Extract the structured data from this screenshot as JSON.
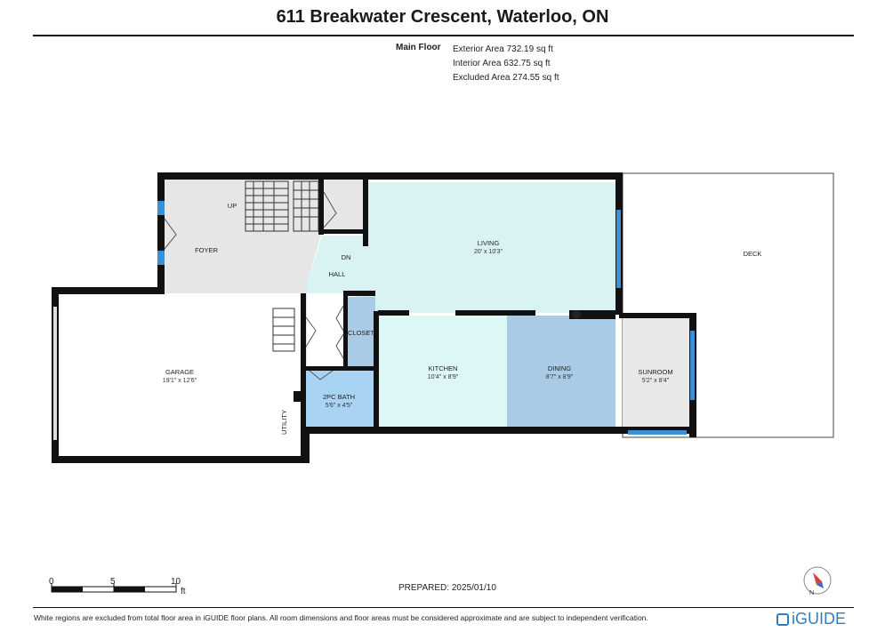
{
  "header": {
    "title": "611 Breakwater Crescent, Waterloo, ON"
  },
  "areas": {
    "floor_label": "Main Floor",
    "exterior": "Exterior Area 732.19 sq ft",
    "interior": "Interior Area 632.75 sq ft",
    "excluded": "Excluded Area 274.55 sq ft"
  },
  "rooms": {
    "garage": {
      "name": "GARAGE",
      "dim": "19'1\" x 12'6\""
    },
    "foyer": {
      "name": "FOYER"
    },
    "hall": {
      "name": "HALL"
    },
    "up": {
      "name": "UP"
    },
    "dn": {
      "name": "DN"
    },
    "living": {
      "name": "LIVING",
      "dim": "20' x 10'3\""
    },
    "closet": {
      "name": "CLOSET"
    },
    "bath": {
      "name": "2PC BATH",
      "dim": "5'6\" x 4'5\""
    },
    "utility": {
      "name": "UTILITY"
    },
    "kitchen": {
      "name": "KITCHEN",
      "dim": "10'4\" x 8'9\""
    },
    "dining": {
      "name": "DINING",
      "dim": "8'7\" x 8'9\""
    },
    "sunroom": {
      "name": "SUNROOM",
      "dim": "5'2\" x 8'4\""
    },
    "deck": {
      "name": "DECK"
    }
  },
  "colors": {
    "wall": "#111111",
    "foyer_fill": "#e6e6e6",
    "living_fill": "#d9f2f4",
    "kitchen_fill": "#ddf6f6",
    "dining_fill": "#a9cbe6",
    "bath_fill": "#a9d3f2",
    "sunroom_fill": "#e8e8e8",
    "window": "#3b8fd4"
  },
  "scale": {
    "ticks": [
      "0",
      "5",
      "10"
    ],
    "unit": "ft"
  },
  "footer": {
    "prepared": "PREPARED: 2025/01/10",
    "disclaimer": "White regions are excluded from total floor area in iGUIDE floor plans. All room dimensions and floor areas must be considered approximate and are subject to independent verification.",
    "brand": "iGUIDE",
    "compass_label": "N"
  }
}
